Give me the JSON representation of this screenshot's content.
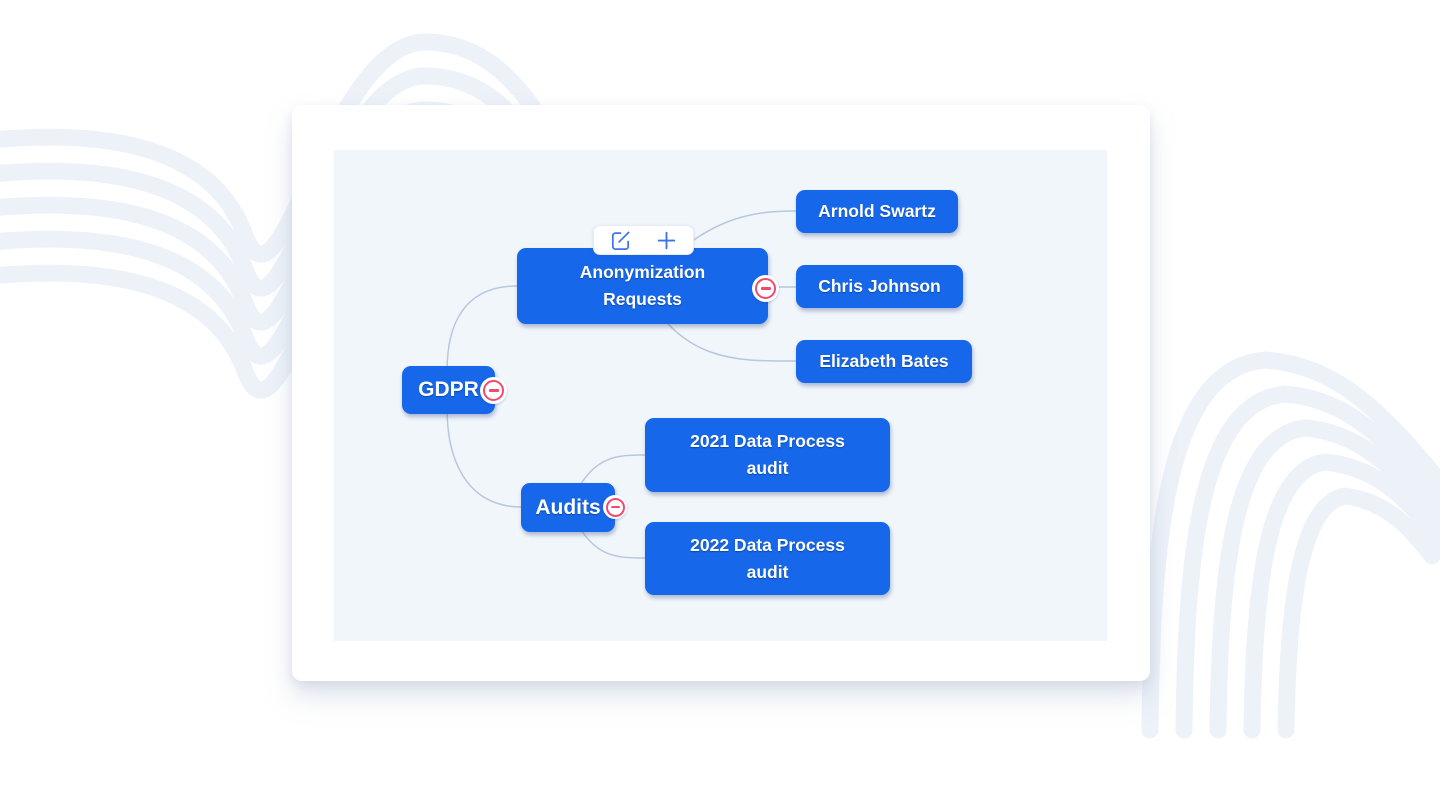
{
  "canvas": {
    "background_color": "#F1F6FB"
  },
  "palette": {
    "node_fill": "#1667EA",
    "node_text": "#FFFFFF",
    "connector": "#B5C8DF",
    "collapse_accent": "#F14A6F",
    "toolbar_icon_color": "#3D74E8",
    "wave_decoration": "#EDF2F9"
  },
  "node_toolbar": {
    "buttons": [
      {
        "name": "edit",
        "icon": "edit-icon"
      },
      {
        "name": "add",
        "icon": "plus-icon"
      }
    ]
  },
  "mindmap": {
    "nodes": [
      {
        "label": "GDPR",
        "collapse_icon": "minus-icon",
        "collapsed": false
      },
      {
        "label": "Anonymization Requests",
        "collapse_icon": "minus-icon",
        "collapsed": false
      },
      {
        "label": "Arnold Swartz"
      },
      {
        "label": "Chris Johnson"
      },
      {
        "label": "Elizabeth Bates"
      },
      {
        "label": "Audits",
        "collapse_icon": "minus-icon",
        "collapsed": false
      },
      {
        "label": "2021 Data Process audit"
      },
      {
        "label": "2022 Data Process audit"
      }
    ],
    "edges": [
      {
        "from": "GDPR",
        "to": "Anonymization Requests"
      },
      {
        "from": "GDPR",
        "to": "Audits"
      },
      {
        "from": "Anonymization Requests",
        "to": "Arnold Swartz"
      },
      {
        "from": "Anonymization Requests",
        "to": "Chris Johnson"
      },
      {
        "from": "Anonymization Requests",
        "to": "Elizabeth Bates"
      },
      {
        "from": "Audits",
        "to": "2021 Data Process audit"
      },
      {
        "from": "Audits",
        "to": "2022 Data Process audit"
      }
    ]
  }
}
